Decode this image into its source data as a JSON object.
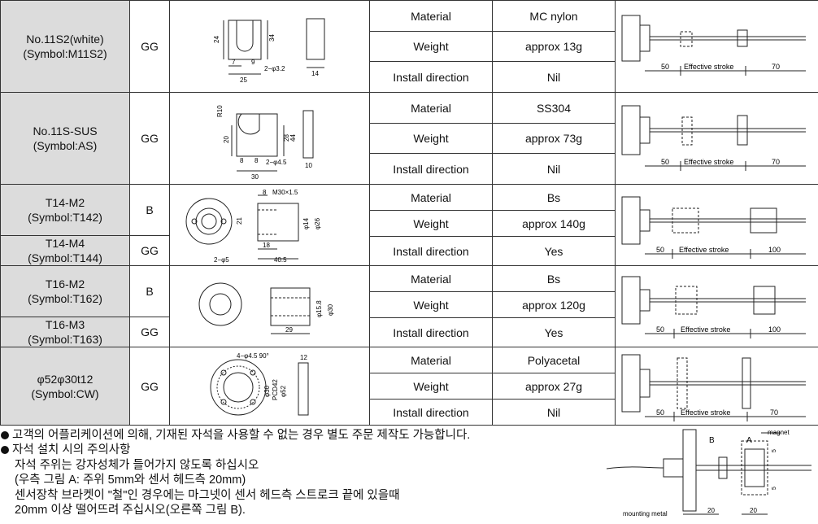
{
  "rows": [
    {
      "names": [
        [
          "No.11S2(white)",
          "(Symbol:M11S2)"
        ]
      ],
      "codes": [
        "GG"
      ],
      "drawing": {
        "dims": [
          "24",
          "34",
          "7",
          "9",
          "25",
          "14"
        ],
        "hole": "2−φ3.2"
      },
      "specs": [
        {
          "attr": "Material",
          "val": "MC nylon"
        },
        {
          "attr": "Weight",
          "val": "approx 13g"
        },
        {
          "attr": "Install direction",
          "val": "Nil"
        }
      ],
      "stroke": {
        "left": "50",
        "label": "Effective stroke",
        "right": "70"
      }
    },
    {
      "names": [
        [
          "No.11S-SUS",
          "(Symbol:AS)"
        ]
      ],
      "codes": [
        "GG"
      ],
      "drawing": {
        "dims": [
          "R10",
          "20",
          "28",
          "44",
          "8",
          "8",
          "30",
          "10"
        ],
        "hole": "2−φ4.5"
      },
      "specs": [
        {
          "attr": "Material",
          "val": "SS304"
        },
        {
          "attr": "Weight",
          "val": "approx 73g"
        },
        {
          "attr": "Install direction",
          "val": "Nil"
        }
      ],
      "stroke": {
        "left": "50",
        "label": "Effective stroke",
        "right": "70"
      }
    },
    {
      "names": [
        [
          "T14-M2",
          "(Symbol:T142)"
        ],
        [
          "T14-M4",
          "(Symbol:T144)"
        ]
      ],
      "codes": [
        "B",
        "GG"
      ],
      "drawing": {
        "dims": [
          "8",
          "M30×1.5",
          "21",
          "φ14",
          "φ26",
          "18",
          "40.5"
        ],
        "hole": "2−φ5"
      },
      "specs": [
        {
          "attr": "Material",
          "val": "Bs"
        },
        {
          "attr": "Weight",
          "val": "approx 140g"
        },
        {
          "attr": "Install direction",
          "val": "Yes"
        }
      ],
      "stroke": {
        "left": "50",
        "label": "Effective stroke",
        "right": "100"
      }
    },
    {
      "names": [
        [
          "T16-M2",
          "(Symbol:T162)"
        ],
        [
          "T16-M3",
          "(Symbol:T163)"
        ]
      ],
      "codes": [
        "B",
        "GG"
      ],
      "drawing": {
        "dims": [
          "φ15.8",
          "φ30",
          "29"
        ],
        "hole": ""
      },
      "specs": [
        {
          "attr": "Material",
          "val": "Bs"
        },
        {
          "attr": "Weight",
          "val": "approx 120g"
        },
        {
          "attr": "Install direction",
          "val": "Yes"
        }
      ],
      "stroke": {
        "left": "50",
        "label": "Effective stroke",
        "right": "100"
      }
    },
    {
      "names": [
        [
          "φ52φ30t12",
          "(Symbol:CW)"
        ]
      ],
      "codes": [
        "GG"
      ],
      "drawing": {
        "dims": [
          "12",
          "φ30",
          "PCD42",
          "φ52"
        ],
        "hole": "4−φ4.5 90°"
      },
      "specs": [
        {
          "attr": "Material",
          "val": "Polyacetal"
        },
        {
          "attr": "Weight",
          "val": "approx 27g"
        },
        {
          "attr": "Install direction",
          "val": "Nil"
        }
      ],
      "stroke": {
        "left": "50",
        "label": "Effective stroke",
        "right": "70"
      }
    }
  ],
  "notes": {
    "note1": "고객의 어플리케이션에 의해, 기재된 자석을 사용할 수 없는 경우 별도 주문 제작도 가능합니다.",
    "note2": "자석 설치 시의 주의사항",
    "line1": "자석 주위는 강자성체가 들어가지 않도록 하십시오",
    "line2": "(우측 그림 A: 주위 5mm와 센서 헤드측 20mm)",
    "line3": "센서장착 브라켓이 \"철\"인 경우에는 마그넷이 센서 헤드측 스트로크 끝에 있을때",
    "line4": "20mm 이상 떨어뜨려 주십시오(오른쪽 그림 B)."
  },
  "figure": {
    "magnet": "magnet",
    "mount": "mounting metal",
    "b": "B",
    "a": "A",
    "d20a": "20",
    "d20b": "20",
    "d5a": "5",
    "d5b": "5"
  }
}
